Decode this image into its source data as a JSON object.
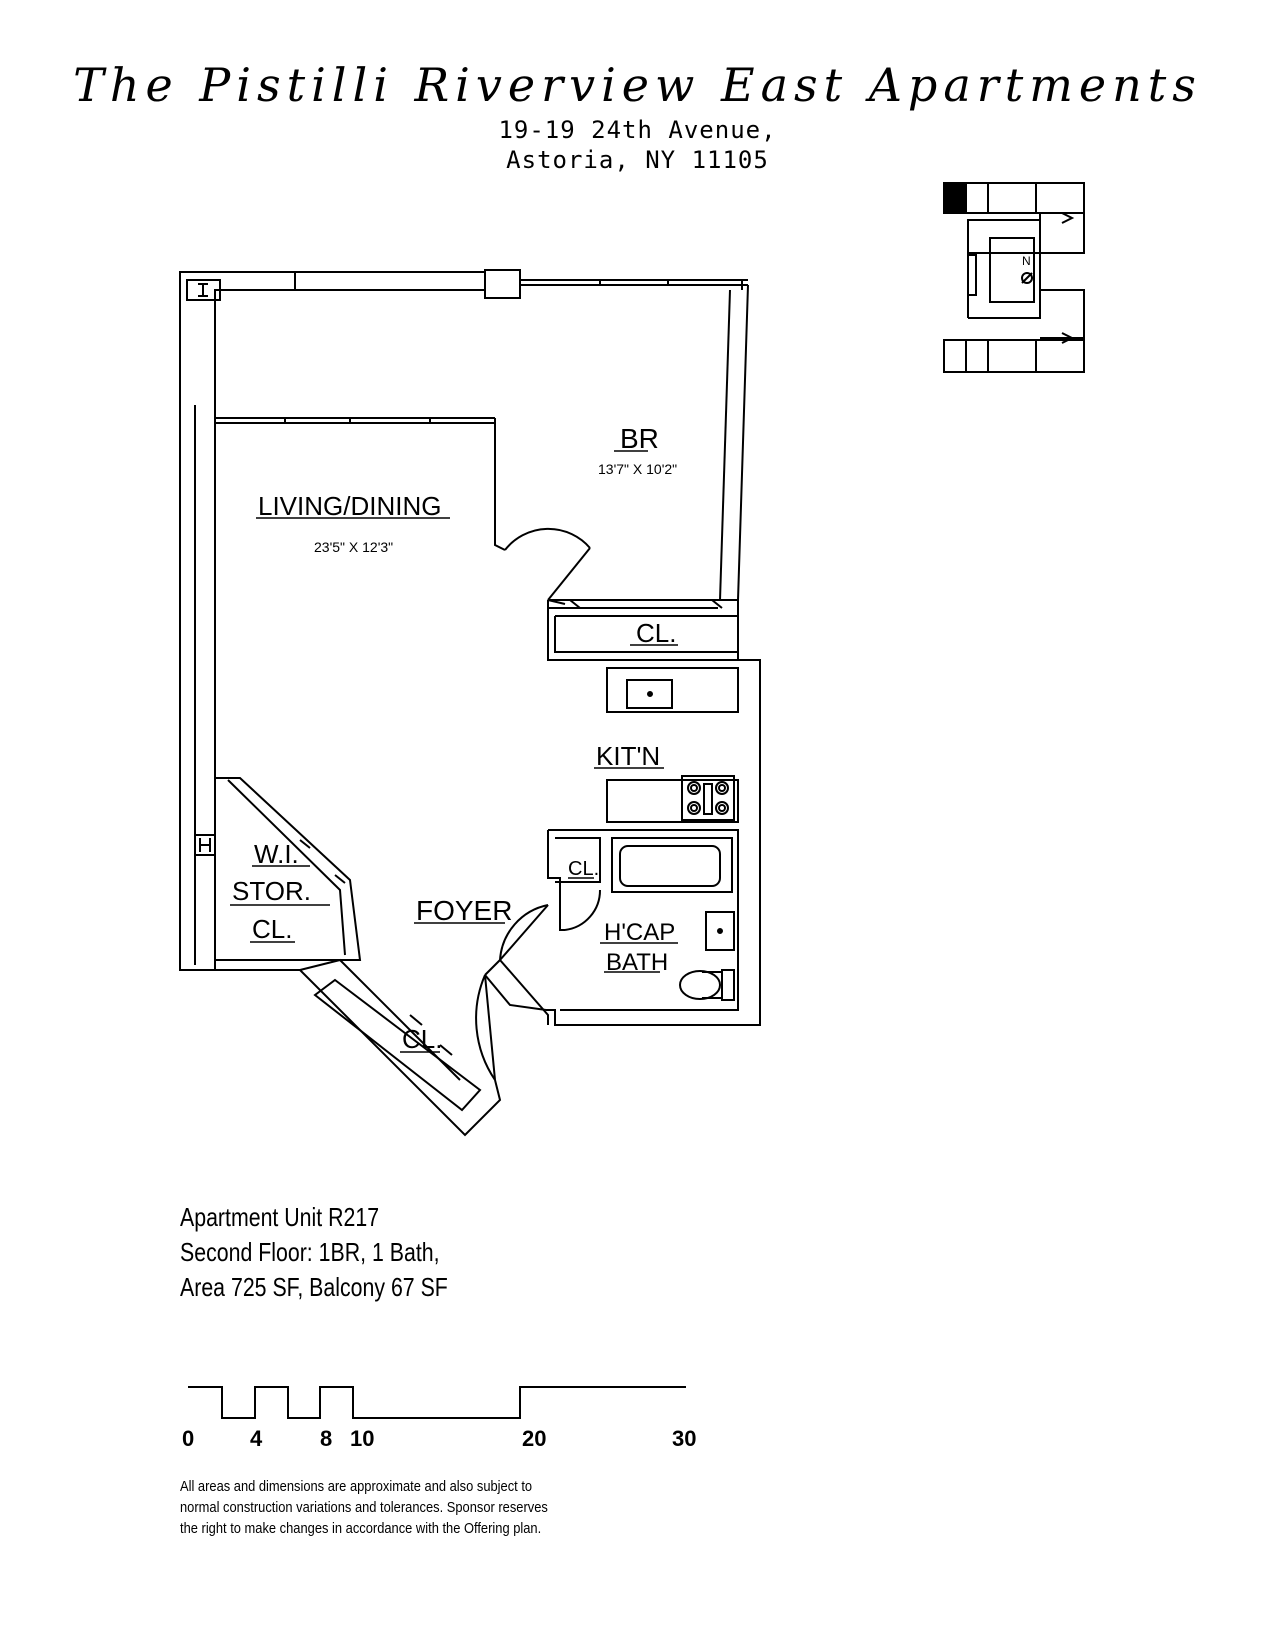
{
  "header": {
    "title": "The Pistilli Riverview East Apartments",
    "address_line1": "19-19 24th Avenue,",
    "address_line2": "Astoria, NY 11105"
  },
  "key_plan": {
    "north_label": "N",
    "highlight_color": "#000000"
  },
  "rooms": {
    "br": {
      "label": "BR",
      "dims": "13'7\" X 10'2\""
    },
    "living": {
      "label": "LIVING/DINING",
      "dims": "23'5\" X 12'3\""
    },
    "closet_br": "CL.",
    "kitchen": "KIT'N",
    "wi_line1": "W.I.",
    "wi_line2": "STOR.",
    "wi_line3": "CL.",
    "foyer": "FOYER",
    "closet_bath": "CL.",
    "bath_line1": "H'CAP",
    "bath_line2": "BATH",
    "closet_entry": "CL."
  },
  "unit_info": {
    "line1": "Apartment Unit R217",
    "line2": "Second Floor: 1BR, 1 Bath,",
    "line3": "Area 725 SF, Balcony 67 SF"
  },
  "scale": {
    "ticks": [
      "0",
      "4",
      "8",
      "10",
      "20",
      "30"
    ]
  },
  "disclaimer": {
    "line1": "All areas and dimensions are approximate and also subject to",
    "line2": "normal construction variations and tolerances. Sponsor reserves",
    "line3": "the right to make changes in accordance with the Offering plan."
  }
}
